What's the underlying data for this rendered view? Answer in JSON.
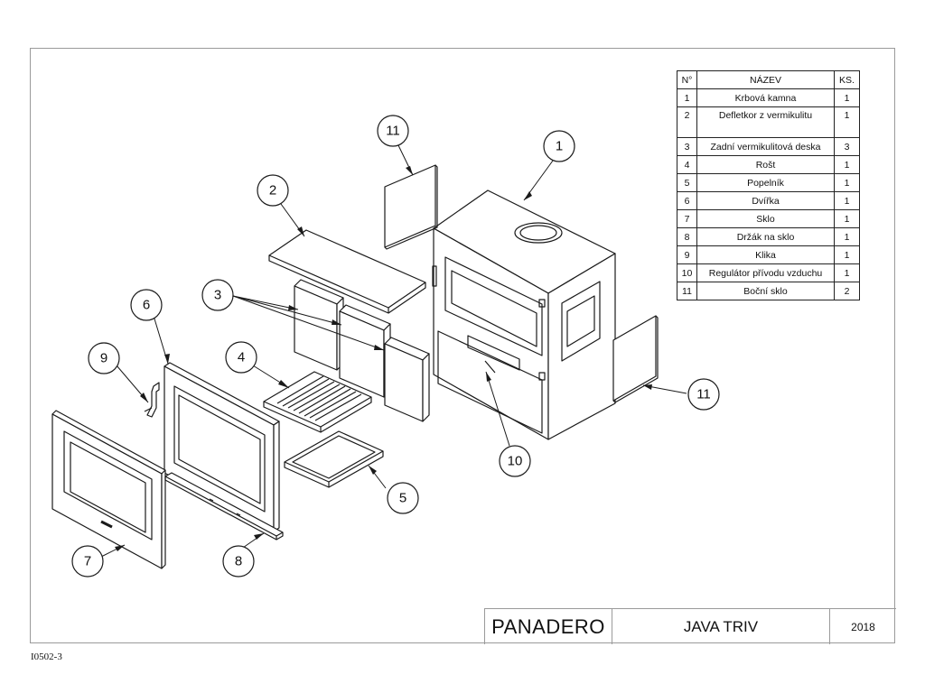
{
  "table": {
    "headers": [
      "N°",
      "NÁZEV",
      "KS."
    ],
    "rows": [
      {
        "no": "1",
        "name": "Krbová kamna",
        "qty": "1"
      },
      {
        "no": "2",
        "name": "Defletkor z vermikulitu",
        "qty": "1"
      },
      {
        "no": "3",
        "name": "Zadní vermikulitová deska",
        "qty": "3"
      },
      {
        "no": "4",
        "name": "Rošt",
        "qty": "1"
      },
      {
        "no": "5",
        "name": "Popelník",
        "qty": "1"
      },
      {
        "no": "6",
        "name": "Dvířka",
        "qty": "1"
      },
      {
        "no": "7",
        "name": "Sklo",
        "qty": "1"
      },
      {
        "no": "8",
        "name": "Držák na sklo",
        "qty": "1"
      },
      {
        "no": "9",
        "name": "Klika",
        "qty": "1"
      },
      {
        "no": "10",
        "name": "Regulátor přívodu vzduchu",
        "qty": "1"
      },
      {
        "no": "11",
        "name": "Boční sklo",
        "qty": "2"
      }
    ]
  },
  "titleblock": {
    "brand": "PANADERO",
    "model": "JAVA TRIV",
    "year": "2018"
  },
  "doc_id": "I0502-3",
  "callouts": {
    "c1": "1",
    "c2": "2",
    "c3": "3",
    "c4": "4",
    "c5": "5",
    "c6": "6",
    "c7": "7",
    "c8": "8",
    "c9": "9",
    "c10": "10",
    "c11a": "11",
    "c11b": "11"
  }
}
